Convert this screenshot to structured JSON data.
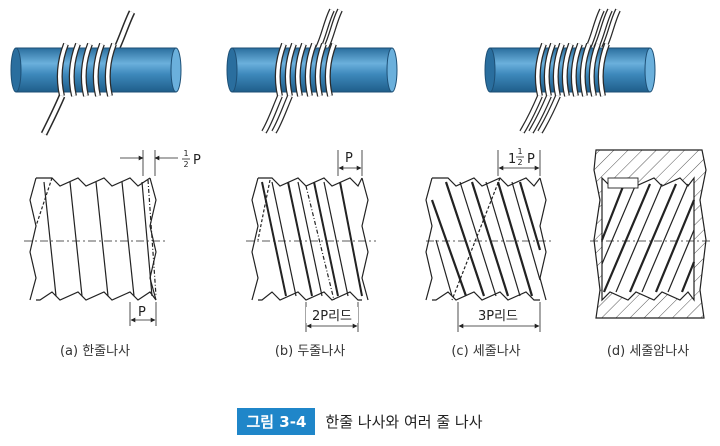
{
  "labels": {
    "a": "(a) 한줄나사",
    "b": "(b) 두줄나사",
    "c": "(c) 세줄나사",
    "d": "(d) 세줄암나사"
  },
  "dims": {
    "a_top": "P",
    "a_bottom": "P",
    "b_top": "P",
    "b_lead": "2P리드",
    "c_top": "P",
    "c_lead": "3P리드"
  },
  "fractions": {
    "a_num": "1",
    "a_den": "2",
    "c_whole": "1",
    "c_num": "1",
    "c_den": "2"
  },
  "caption": {
    "figure": "그림 3-4",
    "text": "한줄 나사와 여러 줄 나사"
  },
  "colors": {
    "rod": "#3d88bb",
    "wire": "#ffffff",
    "caption_badge": "#1f86c9"
  }
}
